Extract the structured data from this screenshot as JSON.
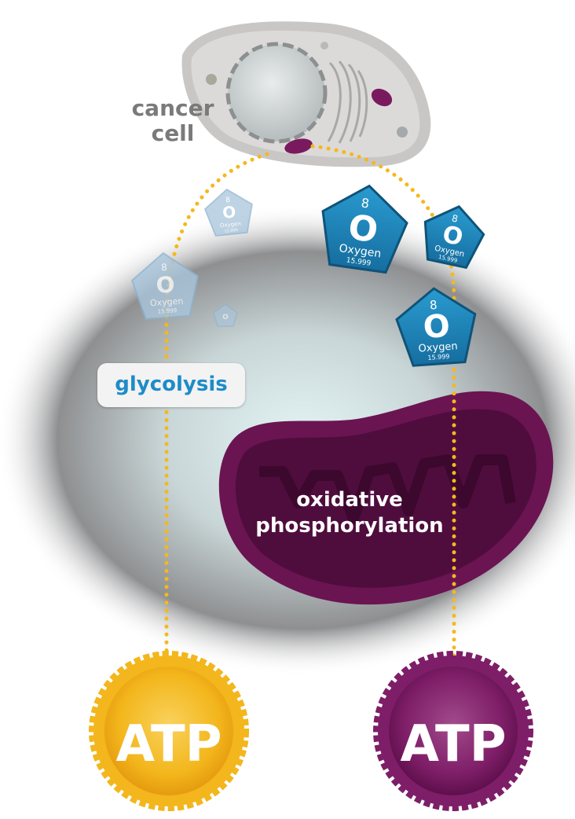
{
  "labels": {
    "cancer_cell": [
      "cancer",
      "cell"
    ],
    "glycolysis": "glycolysis",
    "oxidative_phosphorylation": [
      "oxidative",
      "phosphorylation"
    ],
    "atp_left": "ATP",
    "atp_right": "ATP"
  },
  "element": {
    "number": "8",
    "symbol": "O",
    "name": "Oxygen",
    "mass": "15.999"
  },
  "colors": {
    "yellow": "#f5b81c",
    "purple": "#8c1e6e",
    "oxygen_blue": "#1f84b8",
    "oxygen_faded": "#a9c6dc",
    "glycolysis_text": "#1e8cc8"
  }
}
